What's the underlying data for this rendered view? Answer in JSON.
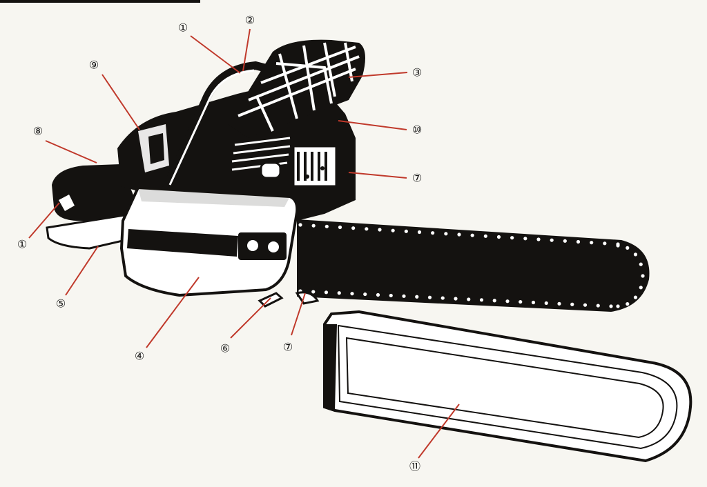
{
  "colors": {
    "paper": "#f7f6f1",
    "ink": "#141210",
    "leader": "#c0392b",
    "highlight": "#ffffff"
  },
  "callouts": [
    {
      "id": "c1a",
      "label": "①"
    },
    {
      "id": "c2",
      "label": "②"
    },
    {
      "id": "c3",
      "label": "③"
    },
    {
      "id": "c9",
      "label": "⑨"
    },
    {
      "id": "c8",
      "label": "⑧"
    },
    {
      "id": "c10",
      "label": "⑩"
    },
    {
      "id": "c7a",
      "label": "⑦"
    },
    {
      "id": "c1b",
      "label": "①"
    },
    {
      "id": "c5",
      "label": "⑤"
    },
    {
      "id": "c4",
      "label": "④"
    },
    {
      "id": "c6",
      "label": "⑥"
    },
    {
      "id": "c7b",
      "label": "⑦"
    },
    {
      "id": "c11",
      "label": "⑪"
    }
  ]
}
